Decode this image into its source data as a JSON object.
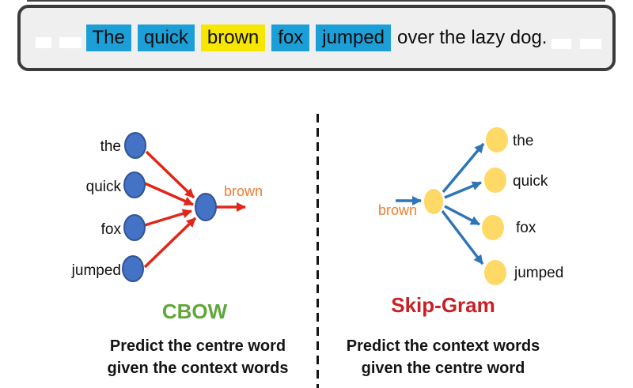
{
  "sentence_banner": {
    "tokens": [
      {
        "text": "The",
        "highlight": "blue"
      },
      {
        "text": "quick",
        "highlight": "blue"
      },
      {
        "text": "brown",
        "highlight": "yellow"
      },
      {
        "text": "fox",
        "highlight": "blue"
      },
      {
        "text": "jumped",
        "highlight": "blue"
      },
      {
        "text": "over the lazy dog.",
        "highlight": "none"
      }
    ]
  },
  "cbow": {
    "title": "CBOW",
    "caption_line1": "Predict the centre word",
    "caption_line2": "given the context words",
    "context_words": [
      "the",
      "quick",
      "fox",
      "jumped"
    ],
    "centre_word": "brown"
  },
  "skipgram": {
    "title": "Skip-Gram",
    "caption_line1": "Predict the context words",
    "caption_line2": "given the centre word",
    "context_words": [
      "the",
      "quick",
      "fox",
      "jumped"
    ],
    "centre_word": "brown"
  },
  "colors": {
    "highlight_blue": "#1C9ED7",
    "highlight_yellow": "#F7E600",
    "node_blue": "#4472C4",
    "node_blue_border": "#2F5597",
    "node_yellow": "#FFD966",
    "arrow_red": "#E02617",
    "arrow_blue": "#2E75B6",
    "centre_word_orange": "#ED7D31",
    "cbow_green": "#61A73B",
    "skipgram_red": "#C92026"
  }
}
